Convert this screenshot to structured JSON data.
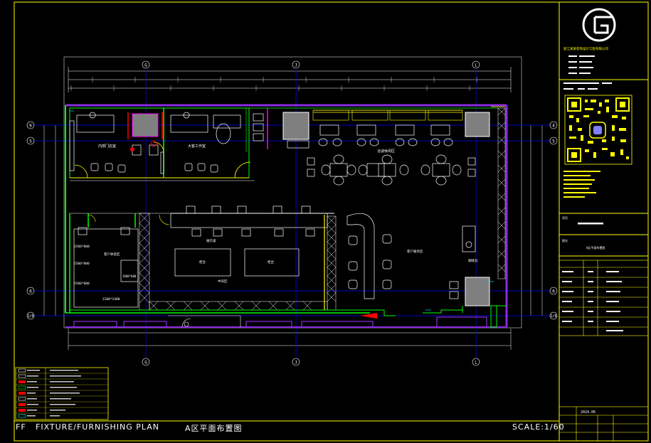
{
  "drawing": {
    "code": "FF",
    "title": "FIXTURE/FURNISHING PLAN",
    "title_cn": "A区平面布置图",
    "scale": "SCALE:1/60"
  },
  "grid": {
    "top": [
      "G",
      "J",
      "L"
    ],
    "bottom": [
      "G",
      "J",
      "L"
    ],
    "left": [
      "6",
      "5",
      "6",
      "1/6"
    ],
    "right": [
      "4",
      "5",
      "6",
      "1/6"
    ]
  },
  "rooms": {
    "office_a": "内部门店室",
    "office_b": "大客工作室",
    "tea_area": "洽谈休闲区",
    "client_area": "客户休息区",
    "desk_a": "柜台",
    "desk_b": "柜台",
    "center": "中央区",
    "right_area": "客户服务区",
    "corner": "咖啡台"
  },
  "dimensions": {
    "d1": "1500*800",
    "d2": "1500*800",
    "d3": "1500*800",
    "d4": "3100*1400",
    "d5": "1800*600",
    "label_exhibit": "展示桌"
  },
  "title_block": {
    "company": "浙江某某装饰设计工程有限公司",
    "date": "2024.06",
    "project_label": "项目",
    "drawing_label": "图名",
    "drawing_name": "A区平面布置图"
  },
  "colors": {
    "wall": "#00ff00",
    "partition": "#ff00ff",
    "purple": "#8a2be2",
    "frame": "#ffff00",
    "cyan": "#00ffff",
    "fill_grey": "#7f7f7f",
    "accent_red": "#ff0000"
  }
}
